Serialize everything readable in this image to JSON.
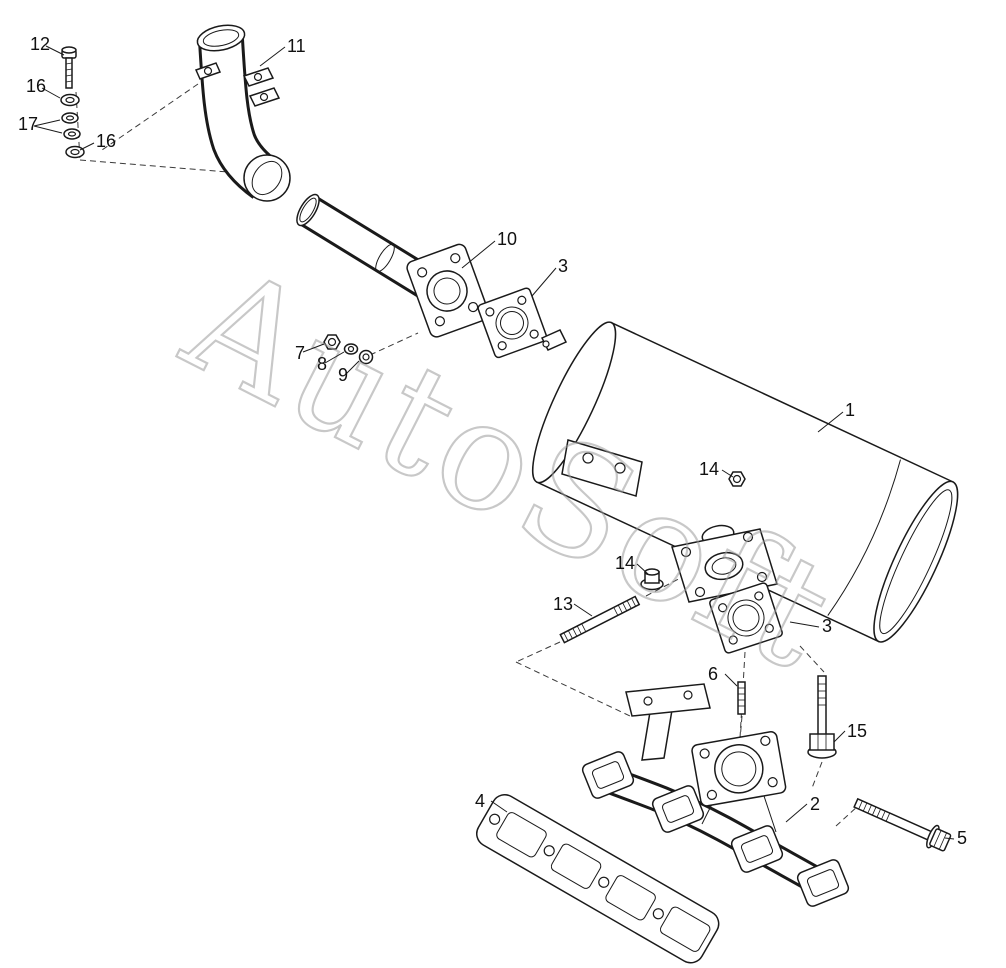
{
  "diagram": {
    "watermark": "AutoSoft",
    "callouts": [
      {
        "label": "12"
      },
      {
        "label": "16"
      },
      {
        "label": "17"
      },
      {
        "label": "16"
      },
      {
        "label": "11"
      },
      {
        "label": "10"
      },
      {
        "label": "3"
      },
      {
        "label": "1"
      },
      {
        "label": "7"
      },
      {
        "label": "8"
      },
      {
        "label": "9"
      },
      {
        "label": "14"
      },
      {
        "label": "14"
      },
      {
        "label": "13"
      },
      {
        "label": "3"
      },
      {
        "label": "6"
      },
      {
        "label": "15"
      },
      {
        "label": "2"
      },
      {
        "label": "4"
      },
      {
        "label": "5"
      }
    ]
  }
}
